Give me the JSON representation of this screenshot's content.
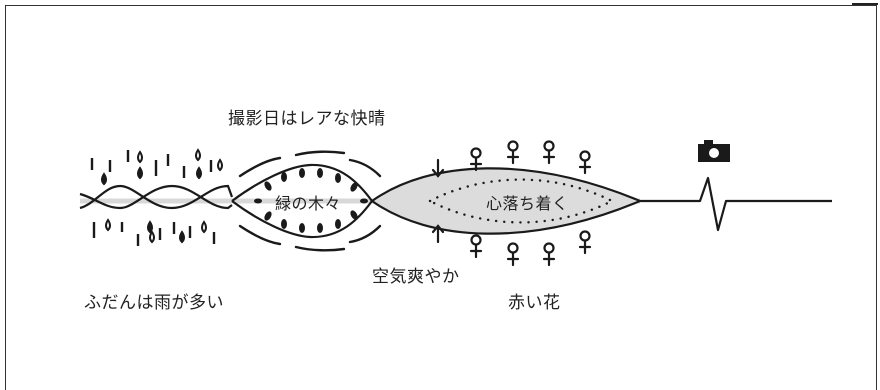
{
  "labels": {
    "sunny": "撮影日はレアな快晴",
    "green": "緑の木々",
    "calm": "心落ち着く",
    "rain": "ふだんは雨が多い",
    "air": "空気爽やか",
    "flowers": "赤い花"
  },
  "icons": {
    "rain": "raindrop-icon",
    "wind": "wind-stroke-icon",
    "leaf": "leaf-icon",
    "flower": "flower-icon",
    "camera": "camera-icon"
  },
  "colors": {
    "ink": "#1a1a1a",
    "baseline": "#d8d8d8",
    "fill": "#dcdcdc"
  }
}
